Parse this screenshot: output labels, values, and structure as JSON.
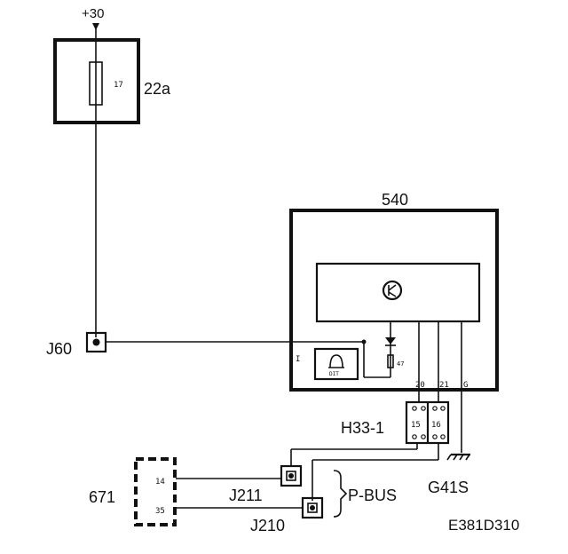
{
  "supply": {
    "label": "+30"
  },
  "fuse_box": {
    "id": "22a",
    "fuse": "17"
  },
  "module": {
    "id": "540",
    "pin_left": "I",
    "pin_a": "20",
    "pin_b": "21",
    "pin_c": "G",
    "diode_label": "47"
  },
  "junction_j60": {
    "label": "J60"
  },
  "connector": {
    "label": "H33-1",
    "pin_a": "15",
    "pin_b": "16"
  },
  "ground": {
    "label": "G41S"
  },
  "component_671": {
    "id": "671",
    "pin_a": "14",
    "pin_b": "35"
  },
  "splices": {
    "j211": "J211",
    "j210": "J210",
    "bus": "P-BUS"
  },
  "drawing_code": "E381D310"
}
